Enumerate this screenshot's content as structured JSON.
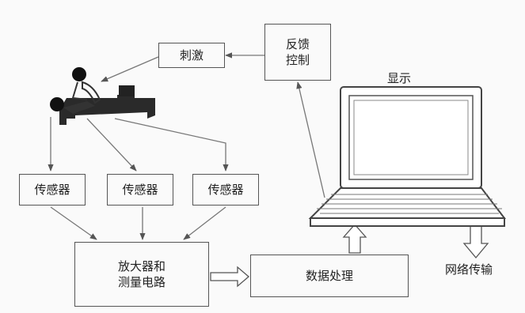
{
  "diagram": {
    "stimulus": "刺激",
    "feedback_line1": "反馈",
    "feedback_line2": "控制",
    "display": "显示",
    "sensors": [
      "传感器",
      "传感器",
      "传感器"
    ],
    "amplifier_line1": "放大器和",
    "amplifier_line2": "测量电路",
    "data_processing": "数据处理",
    "network": "网络传输"
  }
}
